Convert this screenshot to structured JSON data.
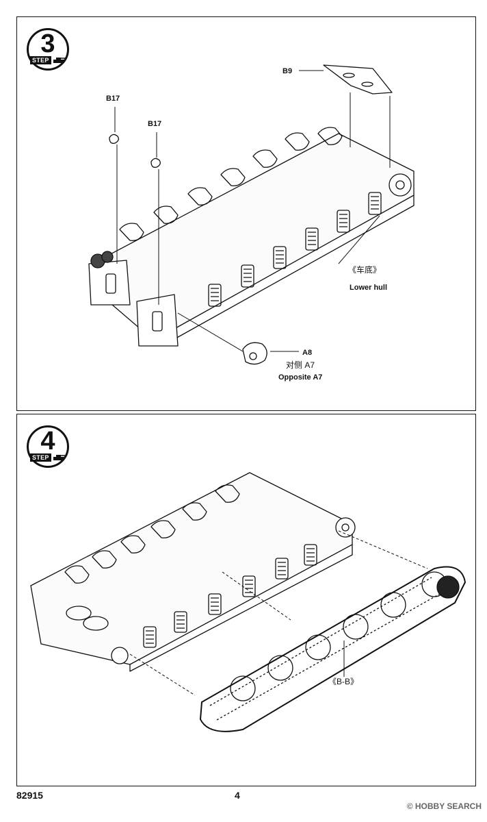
{
  "step3": {
    "step_number": "3",
    "step_word": "STEP",
    "parts": {
      "b9": "B9",
      "b17_left": "B17",
      "b17_right": "B17",
      "a8": "A8",
      "a7_cn": "对侧 A7",
      "a7_en": "Opposite A7"
    },
    "hull_cn": "《车底》",
    "hull_en": "Lower hull"
  },
  "step4": {
    "step_number": "4",
    "step_word": "STEP",
    "track_label": "《B-B》"
  },
  "footer": {
    "product_code": "82915",
    "page_number": "4"
  },
  "watermark": "© HOBBY SEARCH"
}
